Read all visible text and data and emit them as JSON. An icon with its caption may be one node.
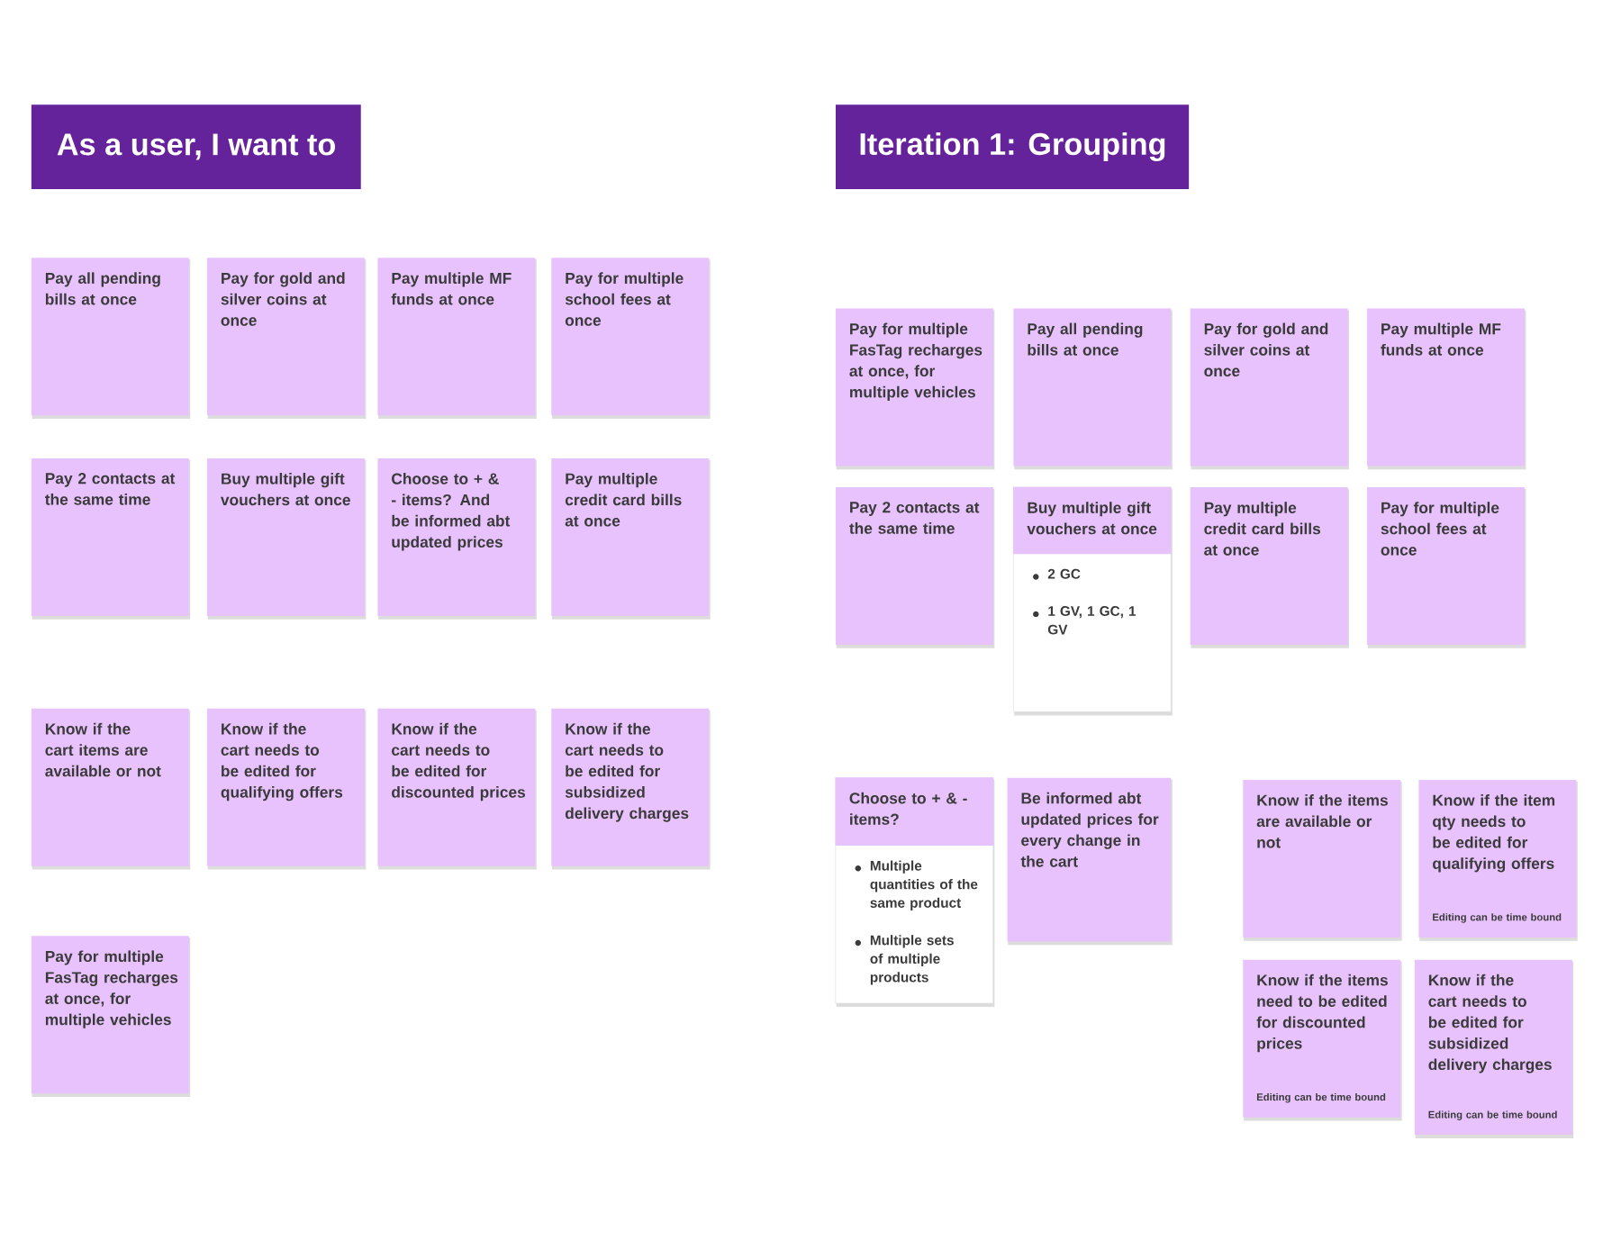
{
  "diagram": {
    "nodes": [
      {
        "text": [
          "As a user, I want to"
        ]
      },
      {
        "text": [
          "Iteration 1: Grouping"
        ]
      },
      {
        "text": [
          "Pay all pending bills at once"
        ]
      },
      {
        "text": [
          "Pay for gold and silver coins at once"
        ]
      },
      {
        "text": [
          "Pay multiple MF funds at once"
        ]
      },
      {
        "text": [
          "Pay for multiple school fees at once"
        ]
      },
      {
        "text": [
          "Pay 2 contacts at the same time"
        ]
      },
      {
        "text": [
          "Buy multiple gift vouchers at once"
        ]
      },
      {
        "text": [
          "Choose to + & - items? And be informed abt updated prices"
        ]
      },
      {
        "text": [
          "Pay multiple credit card bills at once"
        ]
      },
      {
        "text": [
          "Know if the cart items are available or not"
        ]
      },
      {
        "text": [
          "Know if the cart needs to be edited for qualifying offers"
        ]
      },
      {
        "text": [
          "Know if the cart needs to be edited for discounted prices"
        ]
      },
      {
        "text": [
          "Know if the cart needs to be edited for subsidized delivery charges"
        ]
      },
      {
        "text": [
          "Pay for multiple FasTag recharges at once, for multiple vehicles"
        ]
      },
      {
        "text": [
          "Pay for multiple FasTag recharges at once, for multiple vehicles"
        ]
      },
      {
        "text": [
          "Pay all pending bills at once"
        ]
      },
      {
        "text": [
          "Pay for gold and silver coins at once"
        ]
      },
      {
        "text": [
          "Pay multiple MF funds at once"
        ]
      },
      {
        "text": [
          "Pay 2 contacts at the same time"
        ]
      },
      {
        "text": [
          "Buy multiple gift vouchers at once",
          "2 GC",
          "1 GV, 1 GC, 1 GV"
        ]
      },
      {
        "text": [
          "Pay multiple credit card bills at once"
        ]
      },
      {
        "text": [
          "Pay for multiple school fees at once"
        ]
      },
      {
        "text": [
          "Choose to + & - items?",
          "Multiple quantities of the same product",
          "Multiple sets of multiple products"
        ]
      },
      {
        "text": [
          "Be informed abt updated prices for every change in the cart"
        ]
      },
      {
        "text": [
          "Know if the items are available or not"
        ]
      },
      {
        "text": [
          "Know if the item qty needs to be edited for qualifying offers",
          "Editing can be time bound"
        ]
      },
      {
        "text": [
          "Know if the items need to be edited for discounted prices",
          "Editing can be time bound"
        ]
      },
      {
        "text": [
          "Know if the cart needs to be edited for subsidized delivery charges",
          "Editing can be time bound"
        ]
      }
    ]
  }
}
